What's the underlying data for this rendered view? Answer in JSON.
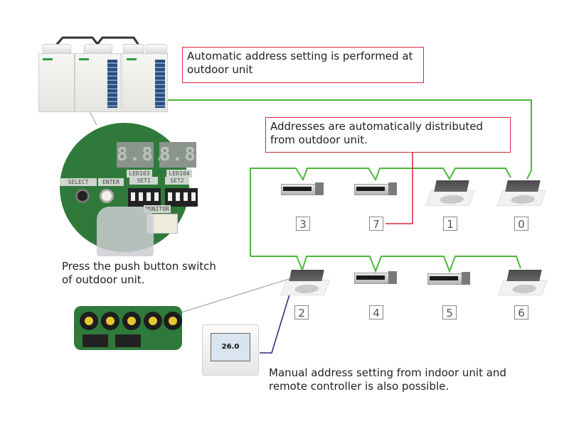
{
  "callouts": {
    "outdoor_auto": "Automatic address setting is performed at outdoor unit",
    "distributed": "Addresses are automatically distributed from outdoor unit."
  },
  "captions": {
    "push_button": "Press the push button switch of outdoor unit.",
    "manual": "Manual address setting from indoor unit and remote controller is also possible."
  },
  "indoor_units": {
    "row1": [
      {
        "type": "duct",
        "address": "3"
      },
      {
        "type": "duct",
        "address": "7"
      },
      {
        "type": "cassette",
        "address": "1"
      },
      {
        "type": "cassette",
        "address": "0"
      }
    ],
    "row2": [
      {
        "type": "cassette",
        "address": "2"
      },
      {
        "type": "duct",
        "address": "4"
      },
      {
        "type": "duct",
        "address": "5"
      },
      {
        "type": "cassette",
        "address": "6"
      }
    ]
  },
  "pcb": {
    "display1": "8.8.",
    "display2": "8.8",
    "led_labels": [
      "LED103",
      "LED104"
    ],
    "button_labels": [
      "SELECT",
      "ENTER"
    ],
    "switch_labels": [
      "SET1",
      "SET2"
    ],
    "monitor_label": "MONITOR"
  },
  "remote": {
    "temperature": "26.0"
  },
  "colors": {
    "wire": "#4cb83a",
    "callout_border": "#d9263a",
    "remote_wire": "#22287a",
    "pointer": "#999999"
  }
}
